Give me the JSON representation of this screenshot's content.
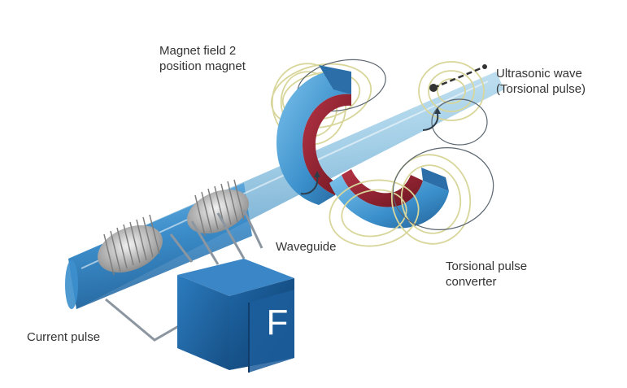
{
  "labels": {
    "magnet_line1": "Magnet field 2",
    "magnet_line2": "position magnet",
    "ultrasonic_line1": "Ultrasonic wave",
    "ultrasonic_line2": "(Torsional pulse)",
    "waveguide": "Waveguide",
    "torsion_line1": "Torsional pulse",
    "torsion_line2": "converter",
    "current_pulse": "Current pulse",
    "box_letter": "F"
  },
  "colors": {
    "waveguide": "#8ec6e2",
    "magnet_outer": "#3f95cf",
    "magnet_inner": "#8c1f2c",
    "field_lines": "#d8d69a",
    "field_lines_dark": "#5b6670",
    "coil": "#c9c9c9",
    "box": "#1f67a6",
    "text": "#333333"
  },
  "icons": [
    "magnet-ring",
    "coil",
    "field-lines",
    "electronics-box"
  ]
}
